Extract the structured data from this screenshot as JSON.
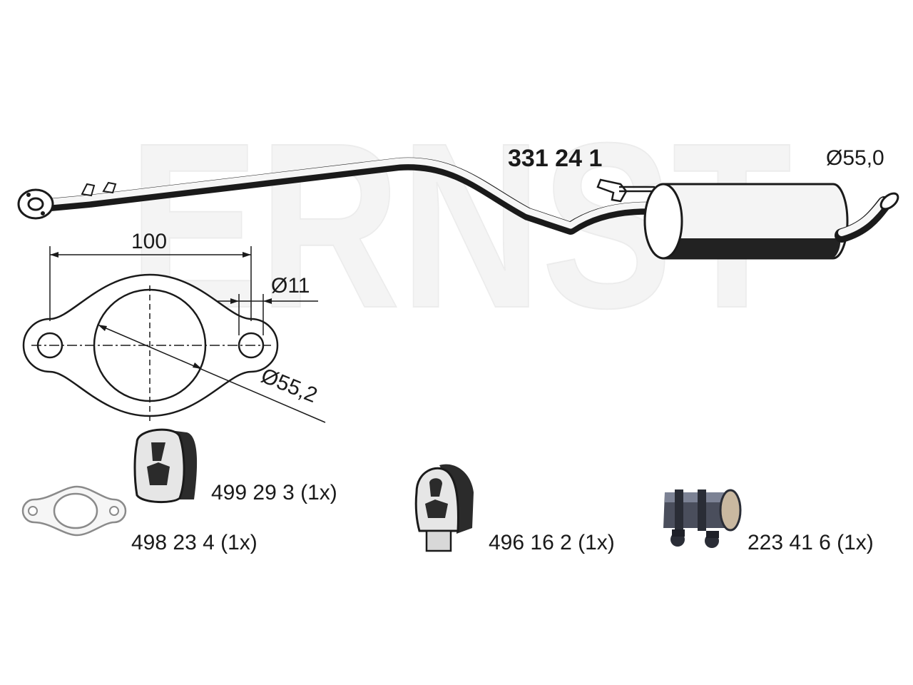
{
  "watermark": "ERNST",
  "part_number": "331 24 1",
  "dimensions": {
    "tail_diameter": "Ø55,0",
    "flange_width": "100",
    "bolt_hole_diameter": "Ø11",
    "flange_bore_diameter": "Ø55,2"
  },
  "accessories": [
    {
      "label": "499 29 3 (1x)",
      "kind": "rubber-hanger"
    },
    {
      "label": "498 23 4 (1x)",
      "kind": "flange-gasket"
    },
    {
      "label": "496 16 2 (1x)",
      "kind": "rubber-mount"
    },
    {
      "label": "223 41 6 (1x)",
      "kind": "pipe-clamp"
    }
  ],
  "colors": {
    "line": "#1a1a1a",
    "fill_light": "#f2f2f2",
    "rubber": "#2b2b2b"
  }
}
